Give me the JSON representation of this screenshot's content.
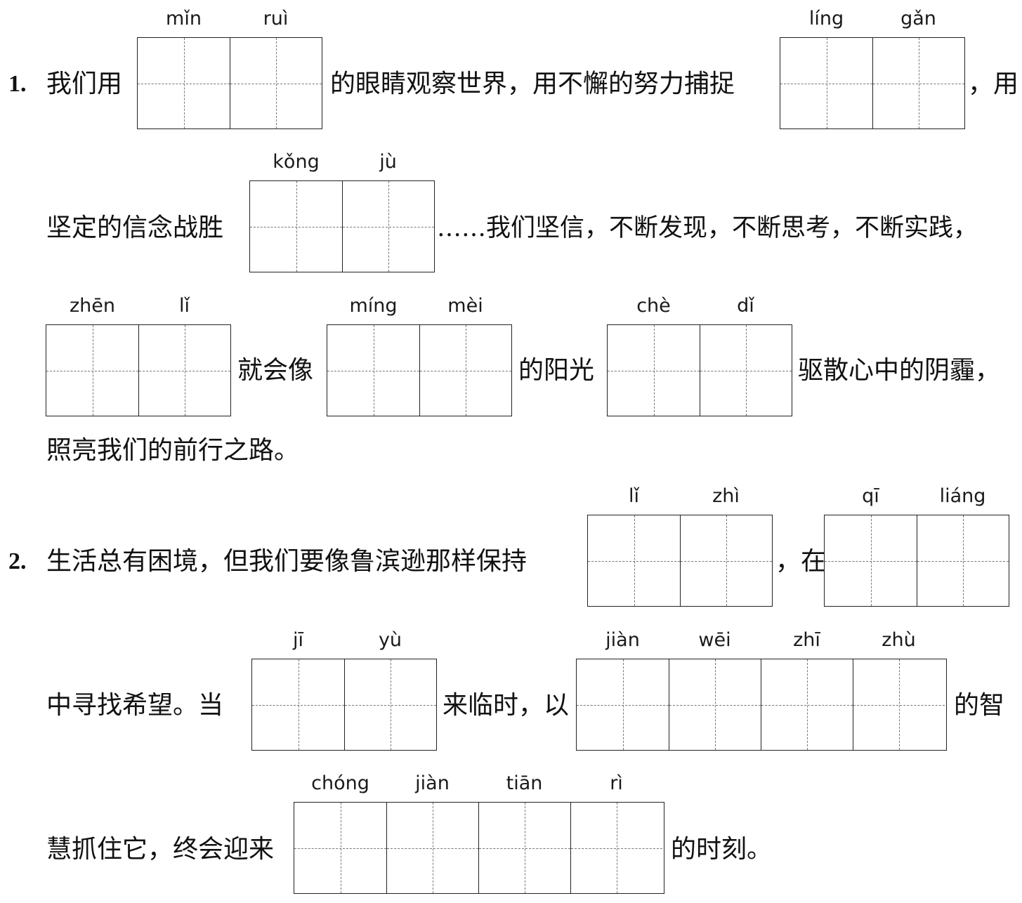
{
  "q1": {
    "number": "1.",
    "t1": "我们用",
    "b1": [
      "mǐn",
      "ruì"
    ],
    "t2": "的眼睛观察世界，用不懈的努力捕捉",
    "b2": [
      "líng",
      "gǎn"
    ],
    "t3": "，用",
    "t4": "坚定的信念战胜",
    "b3": [
      "kǒng",
      "jù"
    ],
    "t5": "……我们坚信，不断发现，不断思考，不断实践，",
    "b4": [
      "zhēn",
      "lǐ"
    ],
    "t6": "就会像",
    "b5": [
      "míng",
      "mèi"
    ],
    "t7": "的阳光",
    "b6": [
      "chè",
      "dǐ"
    ],
    "t8": "驱散心中的阴霾，",
    "t9": "照亮我们的前行之路。"
  },
  "q2": {
    "number": "2.",
    "t1": "生活总有困境，但我们要像鲁滨逊那样保持",
    "b1": [
      "lǐ",
      "zhì"
    ],
    "t2": "，在",
    "b2": [
      "qī",
      "liáng"
    ],
    "t3": "中寻找希望。当",
    "b3": [
      "jī",
      "yù"
    ],
    "t4": "来临时，以",
    "b4": [
      "jiàn",
      "wēi",
      "zhī",
      "zhù"
    ],
    "t5": "的智",
    "t6": "慧抓住它，终会迎来",
    "b5": [
      "chóng",
      "jiàn",
      "tiān",
      "rì"
    ],
    "t7": "的时刻。"
  }
}
